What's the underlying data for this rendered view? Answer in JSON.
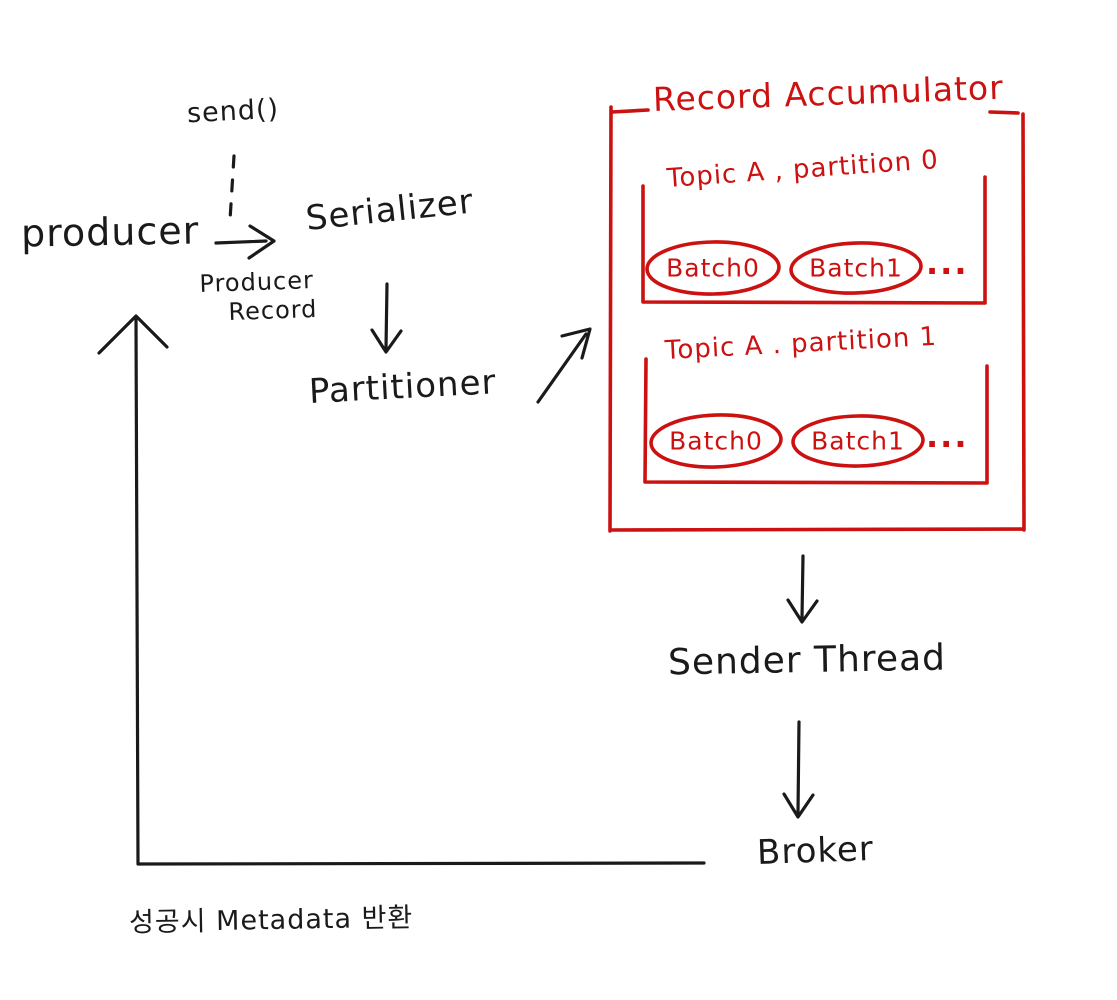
{
  "colors": {
    "ink": "#1a1a1a",
    "accent_red": "#cc1111",
    "background": "#ffffff"
  },
  "labels": {
    "send": "send()",
    "producer": "producer",
    "serializer": "Serializer",
    "producer_record_line1": "Producer",
    "producer_record_line2": "Record",
    "partitioner": "Partitioner",
    "sender_thread": "Sender Thread",
    "broker": "Broker",
    "metadata_note": "성공시 Metadata 반환"
  },
  "accumulator": {
    "title": "Record Accumulator",
    "partitions": [
      {
        "label": "Topic A , partition 0",
        "batches": [
          "Batch0",
          "Batch1"
        ],
        "ellipsis": "..."
      },
      {
        "label": "Topic A . partition 1",
        "batches": [
          "Batch0",
          "Batch1"
        ],
        "ellipsis": "..."
      }
    ]
  }
}
